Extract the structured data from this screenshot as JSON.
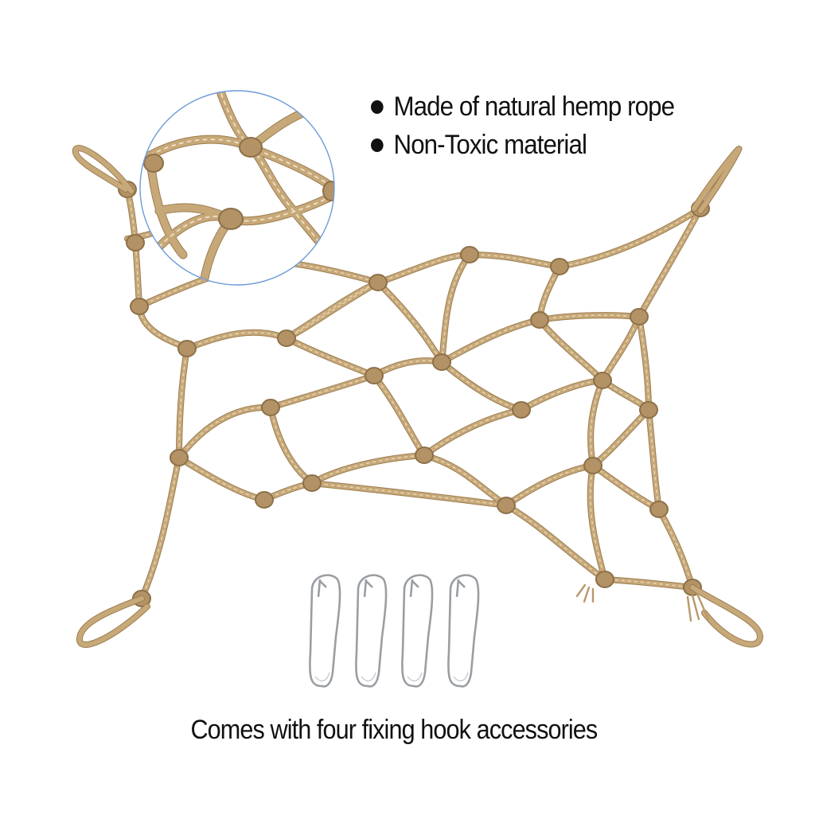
{
  "features": [
    "Made of natural hemp rope",
    "Non-Toxic material"
  ],
  "caption": "Comes with four fixing hook accessories",
  "colors": {
    "rope": "#c7a878",
    "rope_dark": "#9c7e52",
    "zoom_circle": "#6e9bd8",
    "hook_metal": "#9a9ea3",
    "text": "#111111"
  },
  "hook_count": 4
}
